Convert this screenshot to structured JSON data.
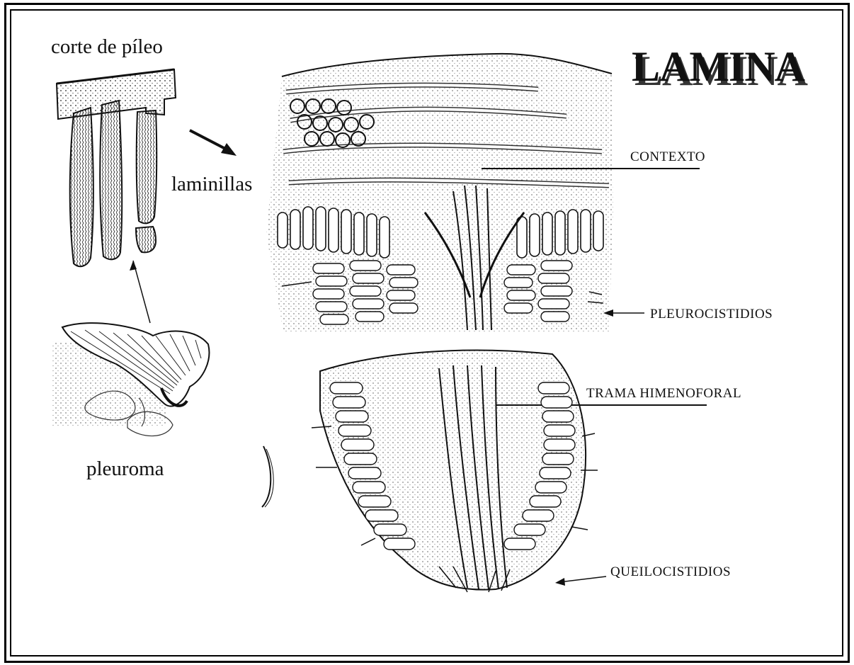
{
  "title": "LAMINA",
  "labels": {
    "corte_pileo": "corte de píleo",
    "laminillas": "laminillas",
    "pleuroma": "pleuroma",
    "contexto": "CONTEXTO",
    "pleurocistidios": "PLEUROCISTIDIOS",
    "trama": "TRAMA HIMENOFORAL",
    "queilocistidios": "QUEILOCISTIDIOS"
  }
}
